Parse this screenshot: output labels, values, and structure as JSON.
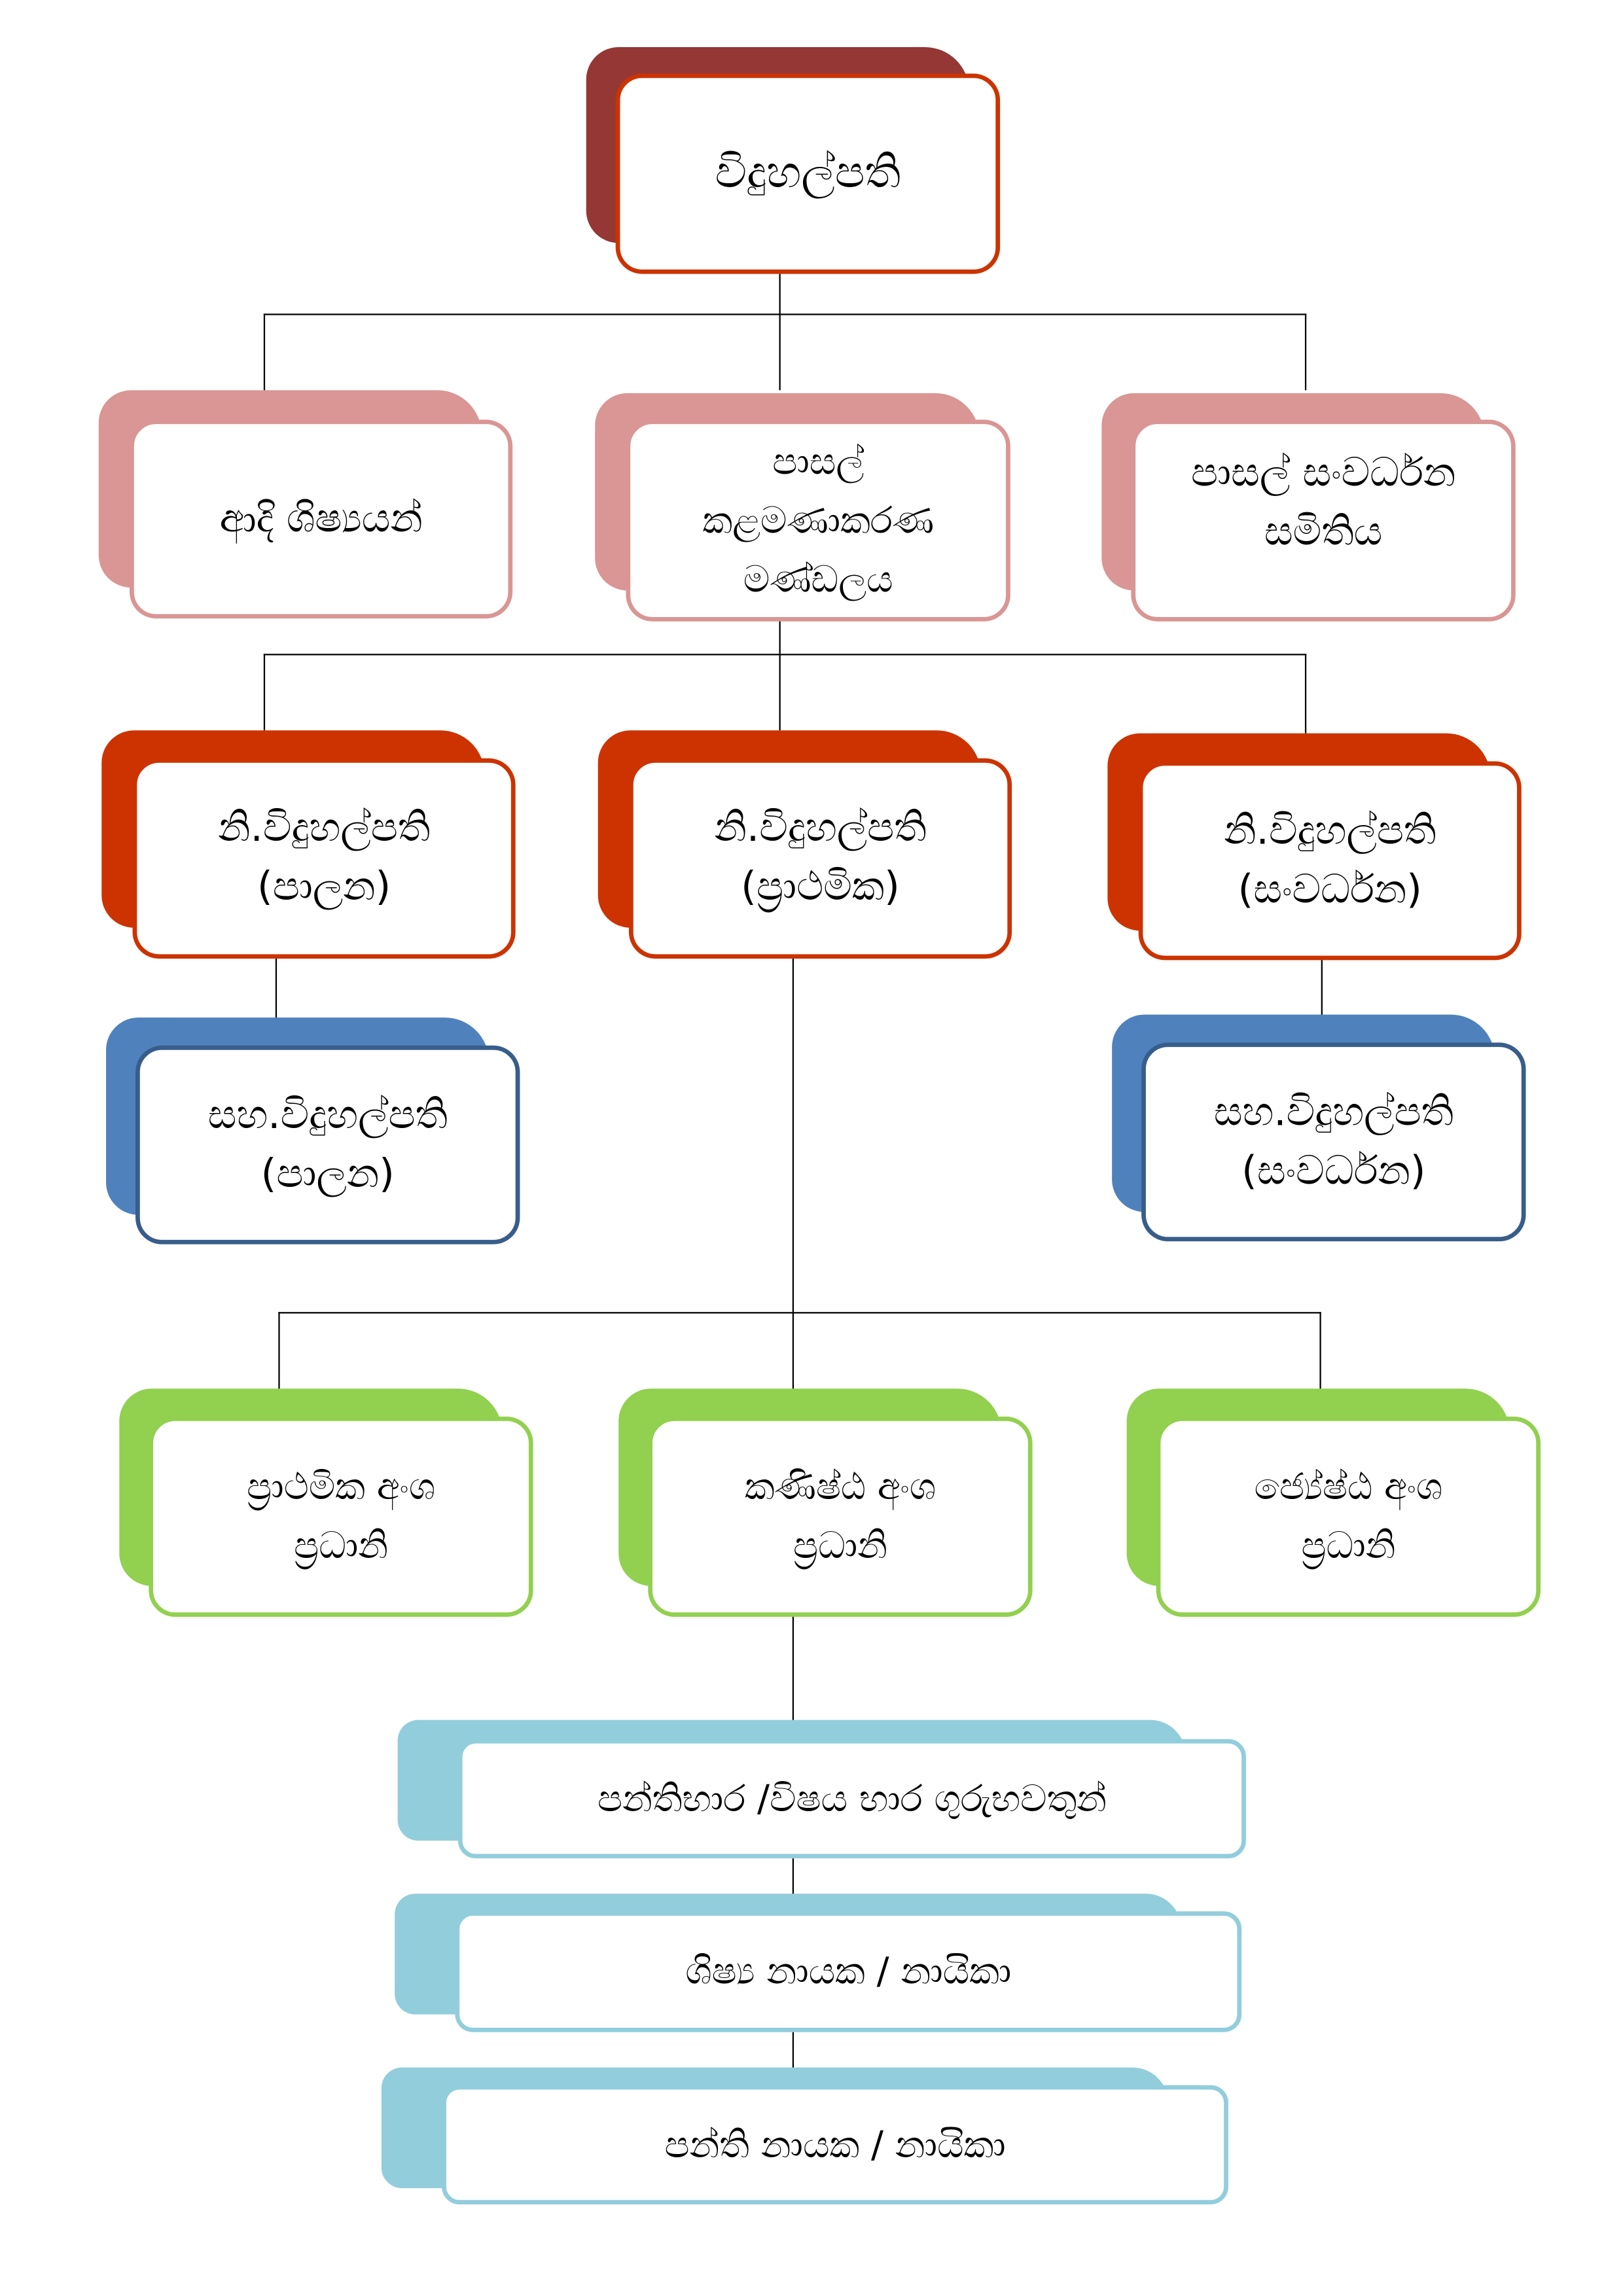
{
  "colors": {
    "top_back": "#953735",
    "top_border": "#CC3300",
    "pink": "#D99694",
    "red": "#CC3300",
    "blue": "#4F81BD",
    "blue_border": "#385D8A",
    "green": "#92D050",
    "light_blue": "#92CDDC"
  },
  "principal": "විදුහල්පති",
  "level2": {
    "past_pupils": "ආදි ශිෂ්‍යයන්",
    "management_board": [
      "පාසල්",
      "කළමණාකරණ",
      "මණ්ඩලය"
    ],
    "development_society": [
      "පාසල් සංවර්ධන",
      "සමිතිය"
    ]
  },
  "deputies": [
    {
      "title": "නි.විදුහල්පති",
      "area": "(පාලන)"
    },
    {
      "title": "නි.විදුහල්පති",
      "area": "(ප්‍රාථමික)"
    },
    {
      "title": "නි.විදුහල්පති",
      "area": "(සංවර්ධන)"
    }
  ],
  "assistants": [
    {
      "title": "සහ.විදුහල්පති",
      "area": "(පාලන)"
    },
    {
      "title": "සහ.විදුහල්පති",
      "area": "(සංවර්ධන)"
    }
  ],
  "section_heads": [
    {
      "line1": "ප්‍රාථමික අංශ",
      "line2": "ප්‍රධානි"
    },
    {
      "line1": "කණිෂ්ඨ අංශ",
      "line2": "ප්‍රධානි"
    },
    {
      "line1": "ජ්‍යේෂ්ඨ අංශ",
      "line2": "ප්‍රධානි"
    }
  ],
  "teachers": "පන්තිභාර /විෂය භාර ගුරුභවතුන්",
  "student_leaders": "ශිෂ්‍ය නායක / නායිකා",
  "class_leaders": "පන්ති නායක / නායිකා"
}
